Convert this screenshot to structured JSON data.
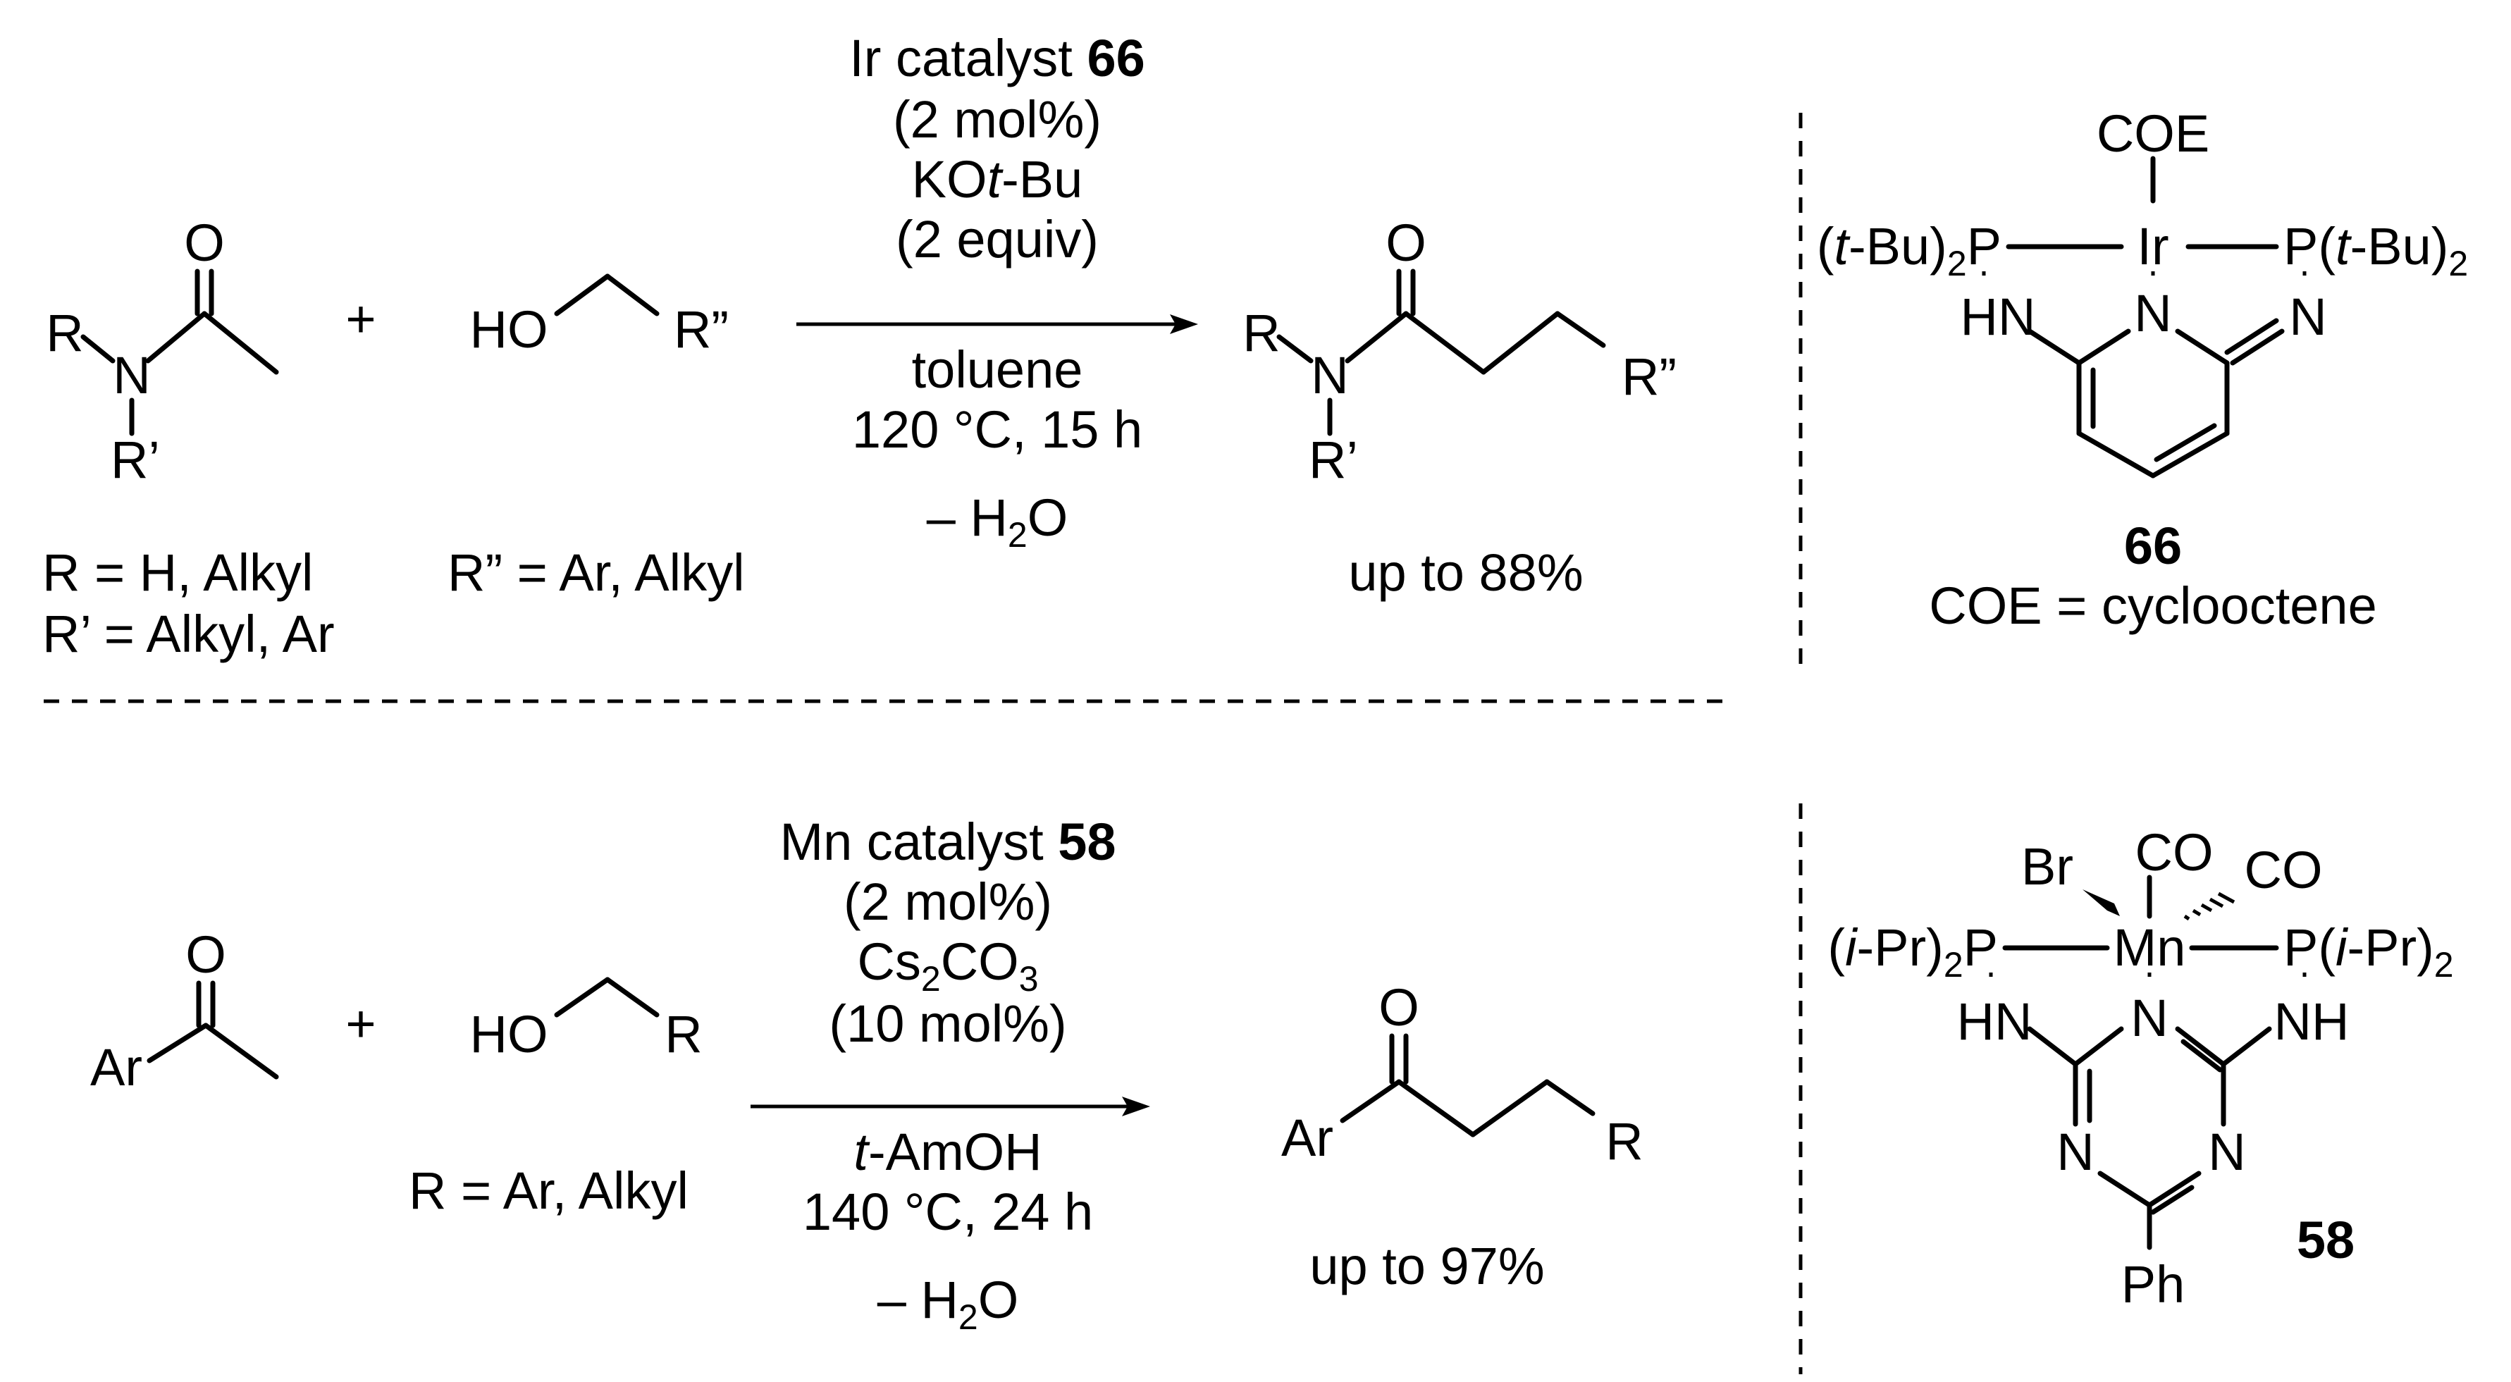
{
  "top": {
    "amide": {
      "R": "R",
      "N": "N",
      "O": "O",
      "R1": "R’",
      "note1": "R = H, Alkyl",
      "note2": "R’ = Alkyl, Ar"
    },
    "plus": "+",
    "alcohol": {
      "HO": "HO",
      "R": "R”",
      "note": "R” = Ar, Alkyl"
    },
    "conditions": {
      "cat_prefix": "Ir catalyst ",
      "cat_num": "66",
      "loading": "(2 mol%)",
      "base_k": "KO",
      "base_t": "t",
      "base_bu": "-Bu",
      "base_equiv": "(2 equiv)",
      "solvent": "toluene",
      "temp": "120 °C, 15 h",
      "water_pre": "– H",
      "water_sub": "2",
      "water_post": "O"
    },
    "product": {
      "R": "R",
      "N": "N",
      "O": "O",
      "R1": "R’",
      "R2": "R”",
      "yield": "up to 88%"
    },
    "catalyst": {
      "COE": "COE",
      "Ir": "Ir",
      "left_p": "(t-Bu)₂P",
      "right_p": "P(t-Bu)₂",
      "HN": "HN",
      "N_mid": "N",
      "N_right": "N",
      "label": "66",
      "legend": "COE = cyclooctene"
    }
  },
  "bottom": {
    "ketone": {
      "Ar": "Ar",
      "O": "O"
    },
    "plus": "+",
    "alcohol": {
      "HO": "HO",
      "R": "R",
      "note": "R = Ar, Alkyl"
    },
    "conditions": {
      "cat_prefix": "Mn catalyst ",
      "cat_num": "58",
      "loading": "(2 mol%)",
      "base_pre": "Cs",
      "base_sub1": "2",
      "base_mid": "CO",
      "base_sub2": "3",
      "base_loading": "(10 mol%)",
      "solvent_t": "t",
      "solvent_rest": "-AmOH",
      "temp": "140 °C, 24 h",
      "water_pre": "– H",
      "water_sub": "2",
      "water_post": "O"
    },
    "product": {
      "Ar": "Ar",
      "O": "O",
      "R": "R",
      "yield": "up to 97%"
    },
    "catalyst": {
      "Br": "Br",
      "CO1": "CO",
      "CO2": "CO",
      "Mn": "Mn",
      "left_p": "(i-Pr)₂P",
      "right_p": "P(i-Pr)₂",
      "HN_left": "HN",
      "NH_right": "NH",
      "N_top": "N",
      "N_left": "N",
      "N_right": "N",
      "Ph": "Ph",
      "label": "58"
    }
  }
}
